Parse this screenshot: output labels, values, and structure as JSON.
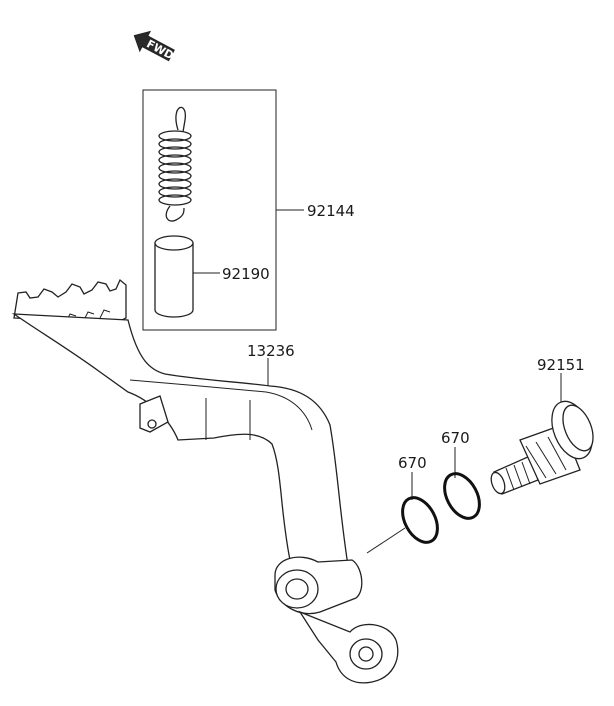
{
  "fwd_indicator": {
    "label": "FWD",
    "icon": "fwd-arrow-icon"
  },
  "parts": [
    {
      "id": "p92144",
      "number": "92144",
      "description": "spring set"
    },
    {
      "id": "p92190",
      "number": "92190",
      "description": "collar"
    },
    {
      "id": "p13236",
      "number": "13236",
      "description": "brake pedal"
    },
    {
      "id": "p92151",
      "number": "92151",
      "description": "pivot bolt"
    },
    {
      "id": "p670a",
      "number": "670",
      "description": "o-ring"
    },
    {
      "id": "p670b",
      "number": "670",
      "description": "o-ring"
    }
  ]
}
